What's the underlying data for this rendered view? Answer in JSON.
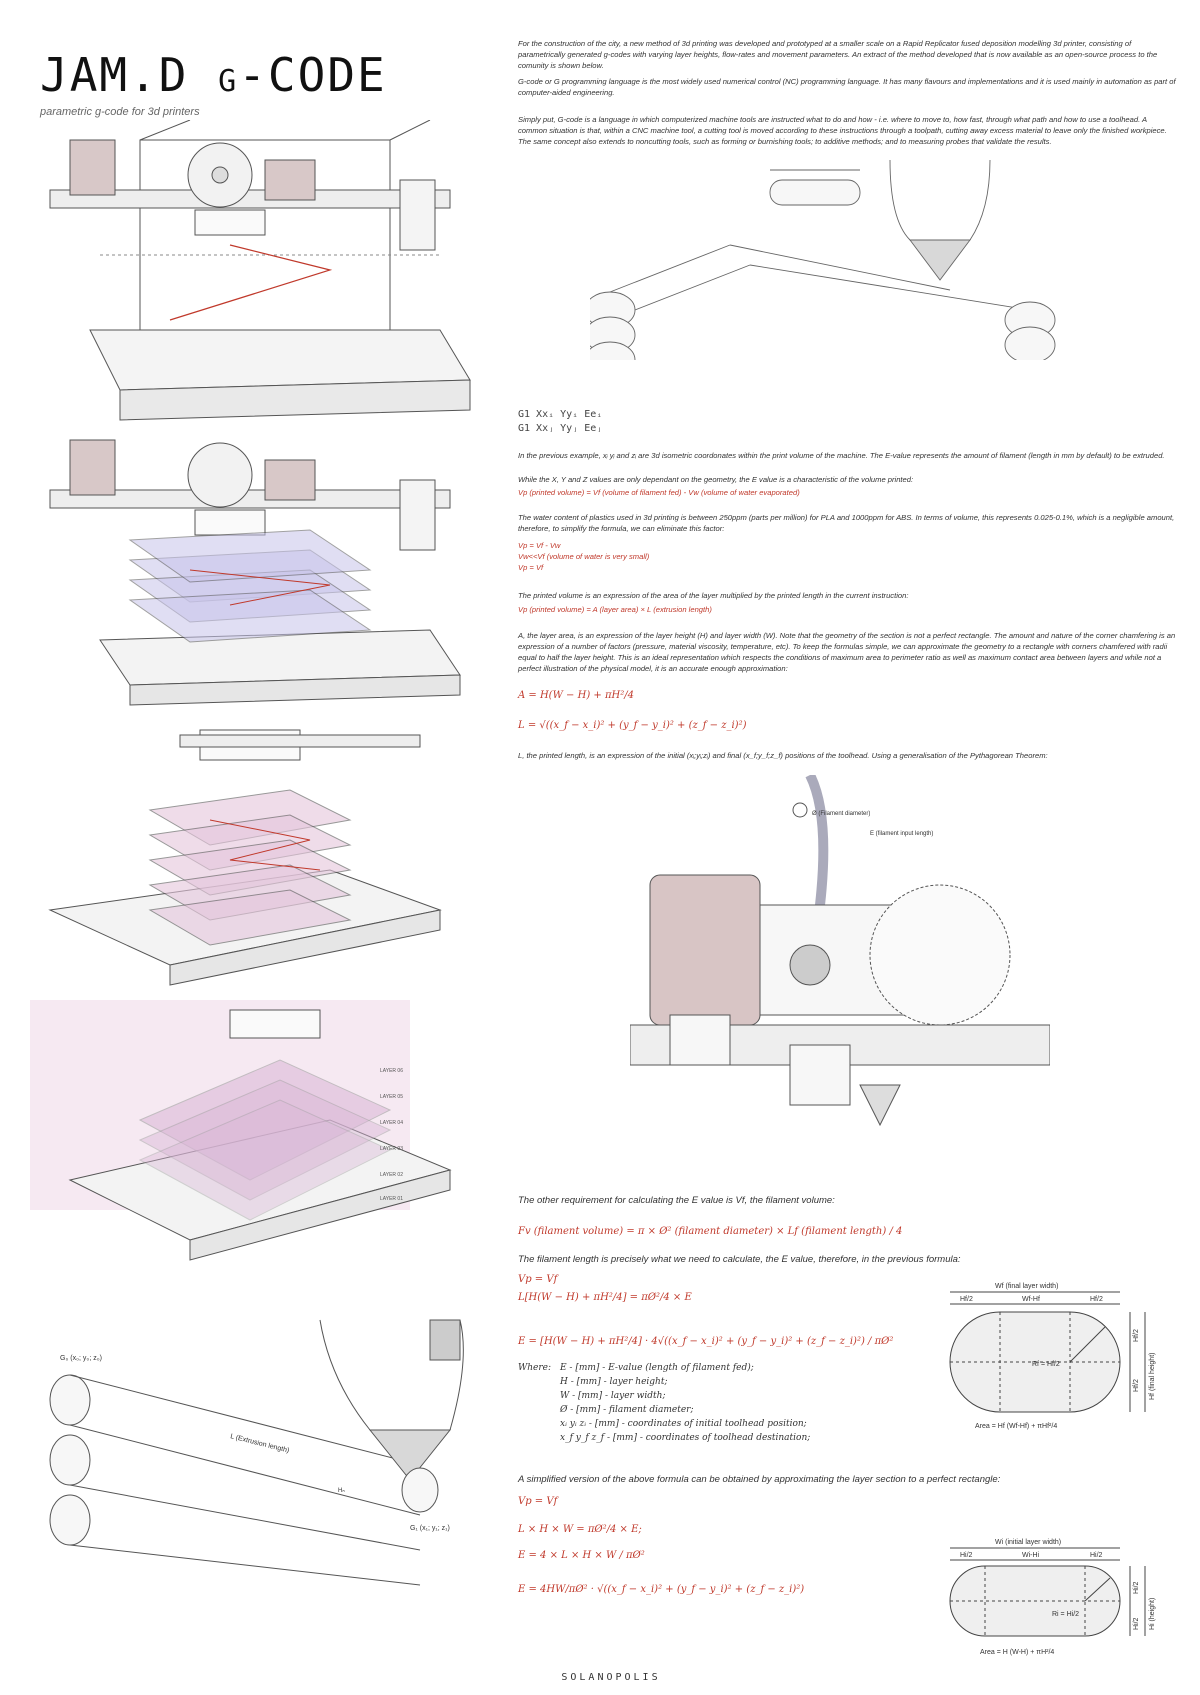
{
  "header": {
    "title_main": "JAM.D ",
    "title_small": "G",
    "title_end": "-CODE",
    "subtitle": "parametric g-code for 3d printers"
  },
  "intro": {
    "p1": "For the construction of the city, a new method of 3d printing was developed and prototyped at a smaller scale on a Rapid Replicator fused deposition modelling 3d printer, consisting of parametrically generated g-codes with varying layer heights, flow-rates and movement parameters. An extract of the method developed that is now available as an open-source process to the comunity is shown below.",
    "p2": "G-code or G programming language is the most widely used numerical control (NC) programming language. It has many flavours and implementations and it is used mainly in automation as part of computer-aided engineering.",
    "p3": "Simply put, G-code is a language in which computerized machine tools are instructed what to do and how - i.e. where to move to, how fast, through what path and how to use a toolhead. A common situation is that, within a CNC machine tool, a cutting tool is moved according to these instructions through a toolpath, cutting away excess material to leave only the finished workpiece. The same concept also extends to noncutting tools, such as forming or burnishing tools; to additive methods; and to measuring probes that validate the results."
  },
  "code": {
    "line1": "G1 Xxᵢ Yyᵢ Eeᵢ",
    "line2": "G1 Xxⱼ Yyⱼ Eeⱼ"
  },
  "body": {
    "p_coords": "In the previous example, xᵢ yᵢ and zᵢ are 3d isometric coordonates within the print volume of the machine. The E-value represents the amount of filament (length in mm by default) to be extruded.",
    "p_while": "While the X, Y and Z values are only dependant on the geometry, the E value is a characteristic of the volume printed:",
    "f_vp": "Vp (printed volume) = Vf (volume of filament fed) - Vw (volume of water evaporated)",
    "p_water": "The water content of plastics used in 3d printing is between 250ppm (parts per million) for PLA and 1000ppm for ABS. In terms of volume, this represents 0.025-0.1%, which is a negligible amount, therefore, to simplify the formula, we can eliminate this factor:",
    "f_w1": "Vp = Vf - Vw",
    "f_w2": "Vw<<Vf (volume of water is very small)",
    "f_w3": "Vp = Vf",
    "p_printed": "The printed volume is an expression of the area of the layer multiplied by the printed length in the current instruction:",
    "f_area": "Vp (printed volume) = A (layer area) × L (extrusion length)",
    "p_layer": "A, the layer area, is an expression of the layer height (H) and layer width (W). Note that the geometry of the section is not a perfect rectangle. The amount and nature of the corner chamfering is an expression of a number of factors (pressure, material viscosity, temperature, etc). To keep the formulas simple, we can approximate the geometry to a rectangle with corners chamfered with radii equal to half the layer height. This is an ideal representation which respects the conditions of maximum area to perimeter ratio as well as maximum contact area between layers and while not a perfect illustration of the physical model, it is an accurate enough approximation:",
    "f_A": "A = H(W − H) + πH²/4",
    "f_L": "L = √((x_f − x_i)² + (y_f − y_i)² + (z_f − z_i)²)",
    "p_L": "L, the printed length, is an expression of the initial (xᵢ;yᵢ;zᵢ) and final (x_f;y_f;z_f) positions of the toolhead. Using a generalisation of the Pythagorean Theorem:",
    "p_other": "The other requirement for calculating the E value is Vf, the filament volume:",
    "f_fv": "Fv (filament volume) = π × Ø² (filament diameter) × Lf (filament length) / 4",
    "p_flen": "The filament length is precisely what we need to calculate, the E value, therefore, in the previous formula:",
    "f_e1": "Vp = Vf",
    "f_e2": "L[H(W − H) + πH²/4] = πØ²/4 × E",
    "f_e3": "E = [H(W − H) + πH²/4] · 4√((x_f − x_i)² + (y_f − y_i)² + (z_f − z_i)²) / πØ²",
    "where_label": "Where:",
    "where": [
      "E   - [mm] - E-value (length of filament fed);",
      "H   - [mm] - layer height;",
      "W   - [mm] - layer width;",
      "Ø   - [mm] - filament diameter;",
      "xᵢ yᵢ zᵢ - [mm] - coordinates of initial toolhead position;",
      "x_f y_f z_f - [mm] - coordinates of toolhead destination;"
    ],
    "p_simple": "A simplified version of the above formula can be obtained by approximating the layer section to a perfect rectangle:",
    "f_s1": "Vp = Vf",
    "f_s2": "L × H × W = πØ²/4 × E;",
    "f_s3": "E = 4 × L × H × W / πØ²",
    "f_s4": "E = 4HW/πØ² · √((x_f − x_i)² + (y_f − y_i)² + (z_f − z_i)²)"
  },
  "diagram1": {
    "top": "Wf (final layer width)",
    "seg1": "Hf/2",
    "seg2": "Wf-Hf",
    "seg3": "Hf/2",
    "radius": "Rf = Hf/2",
    "side1": "Hf/2",
    "side2": "Hf/2",
    "side_total": "Hf (final height)",
    "area": "Area = Hf (Wf-Hf) + πHf²/4"
  },
  "diagram2": {
    "top": "Wi (initial layer width)",
    "seg1": "Hi/2",
    "seg2": "Wi-Hi",
    "seg3": "Hi/2",
    "radius": "Ri = Hi/2",
    "side1": "Hi/2",
    "side2": "Hi/2",
    "side_total": "Hi (height)",
    "area": "Area = H (W-H) + πH²/4"
  },
  "extruder": {
    "label_d": "Ø (Filament diameter)",
    "label_e": "E (filament input length)"
  },
  "layers": {
    "l6": "LAYER 06",
    "l5": "LAYER 05",
    "l4": "LAYER 04",
    "l3": "LAYER 03",
    "l2": "LAYER 02",
    "l1": "LAYER 01"
  },
  "nozzle": {
    "g0": "G₀ (x₀; y₀; z₀)",
    "g1": "G₁ (x₁; y₁; z₁)",
    "length": "L (Extrusion length)",
    "h": "Hₙ"
  },
  "footer": "SOLANOPOLIS"
}
